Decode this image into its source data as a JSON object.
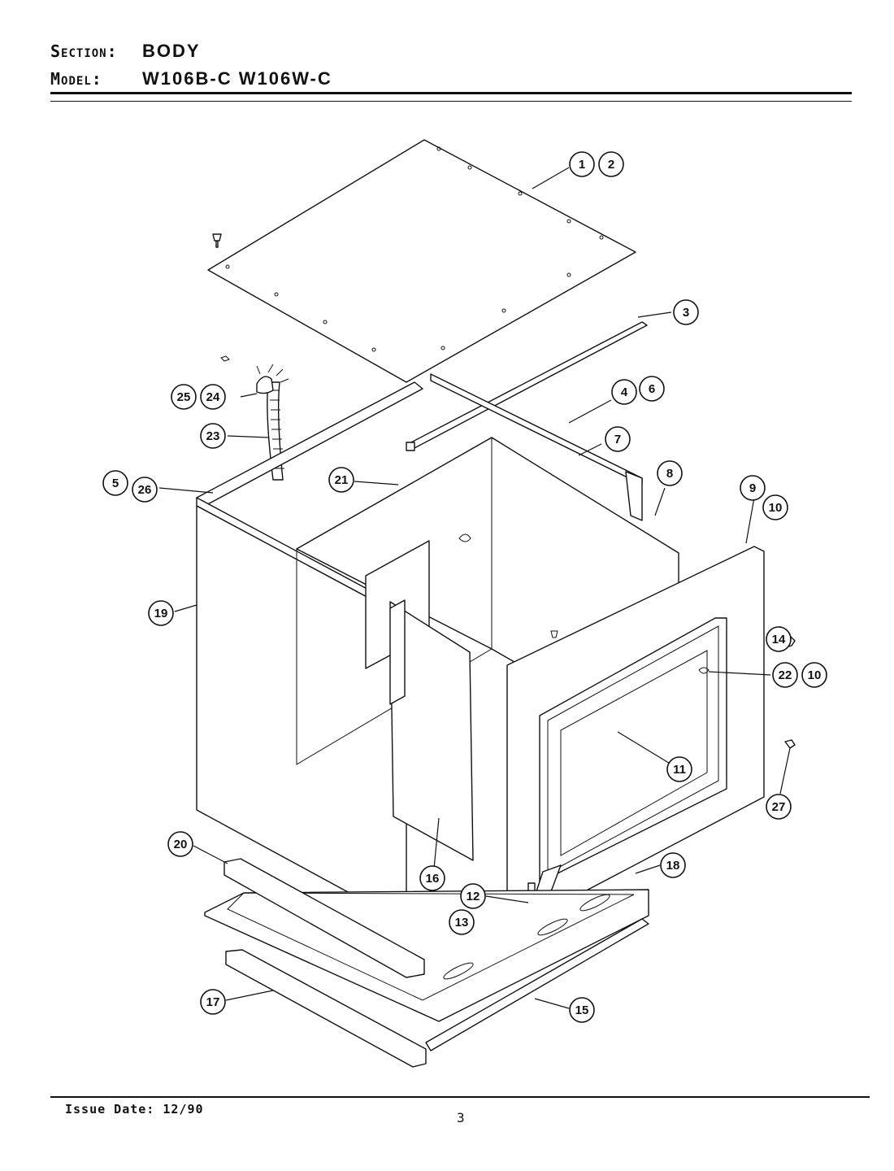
{
  "header": {
    "section_label": "Section:",
    "section_value": "BODY",
    "model_label": "Model:",
    "model_value": "W106B-C  W106W-C"
  },
  "footer": {
    "issue_date": "Issue Date: 12/90",
    "page_number": "3"
  },
  "callouts": [
    "1",
    "2",
    "3",
    "4",
    "6",
    "7",
    "8",
    "9",
    "10",
    "25",
    "24",
    "23",
    "5",
    "26",
    "21",
    "19",
    "14",
    "22",
    "10",
    "11",
    "27",
    "20",
    "16",
    "18",
    "12",
    "13",
    "17",
    "15"
  ]
}
